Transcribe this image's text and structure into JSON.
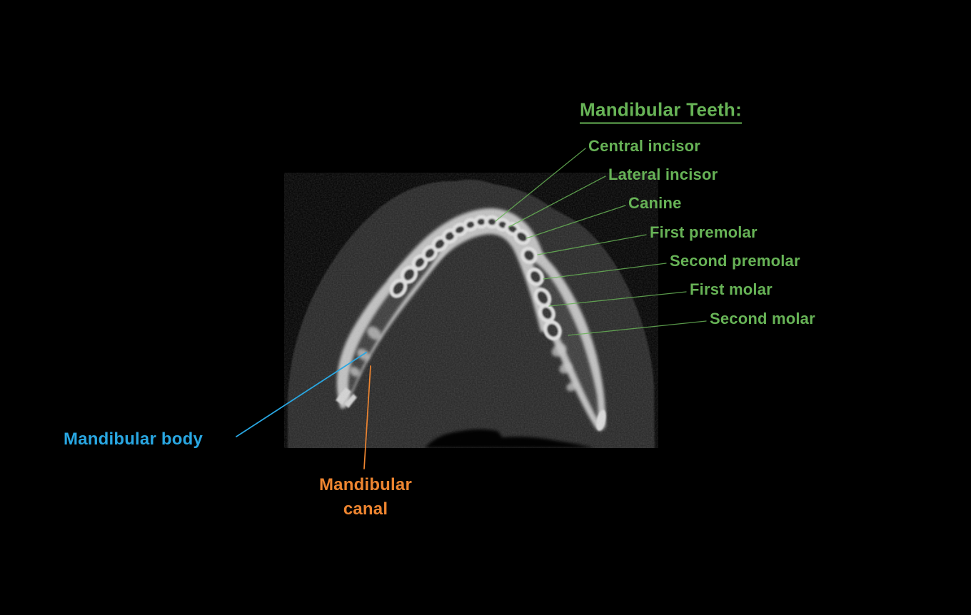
{
  "diagram": {
    "title": "Mandibular Teeth:",
    "teeth_labels": [
      {
        "label": "Central incisor"
      },
      {
        "label": "Lateral incisor"
      },
      {
        "label": "Canine"
      },
      {
        "label": "First premolar"
      },
      {
        "label": "Second premolar"
      },
      {
        "label": "First molar"
      },
      {
        "label": "Second molar"
      }
    ],
    "anatomy_labels": {
      "mandibular_body": "Mandibular body",
      "mandibular_canal_line1": "Mandibular",
      "mandibular_canal_line2": "canal"
    },
    "colors": {
      "teeth_label_green": "#67B356",
      "body_label_blue": "#29A7E2",
      "canal_label_orange": "#EE8530",
      "background": "#000000"
    }
  }
}
